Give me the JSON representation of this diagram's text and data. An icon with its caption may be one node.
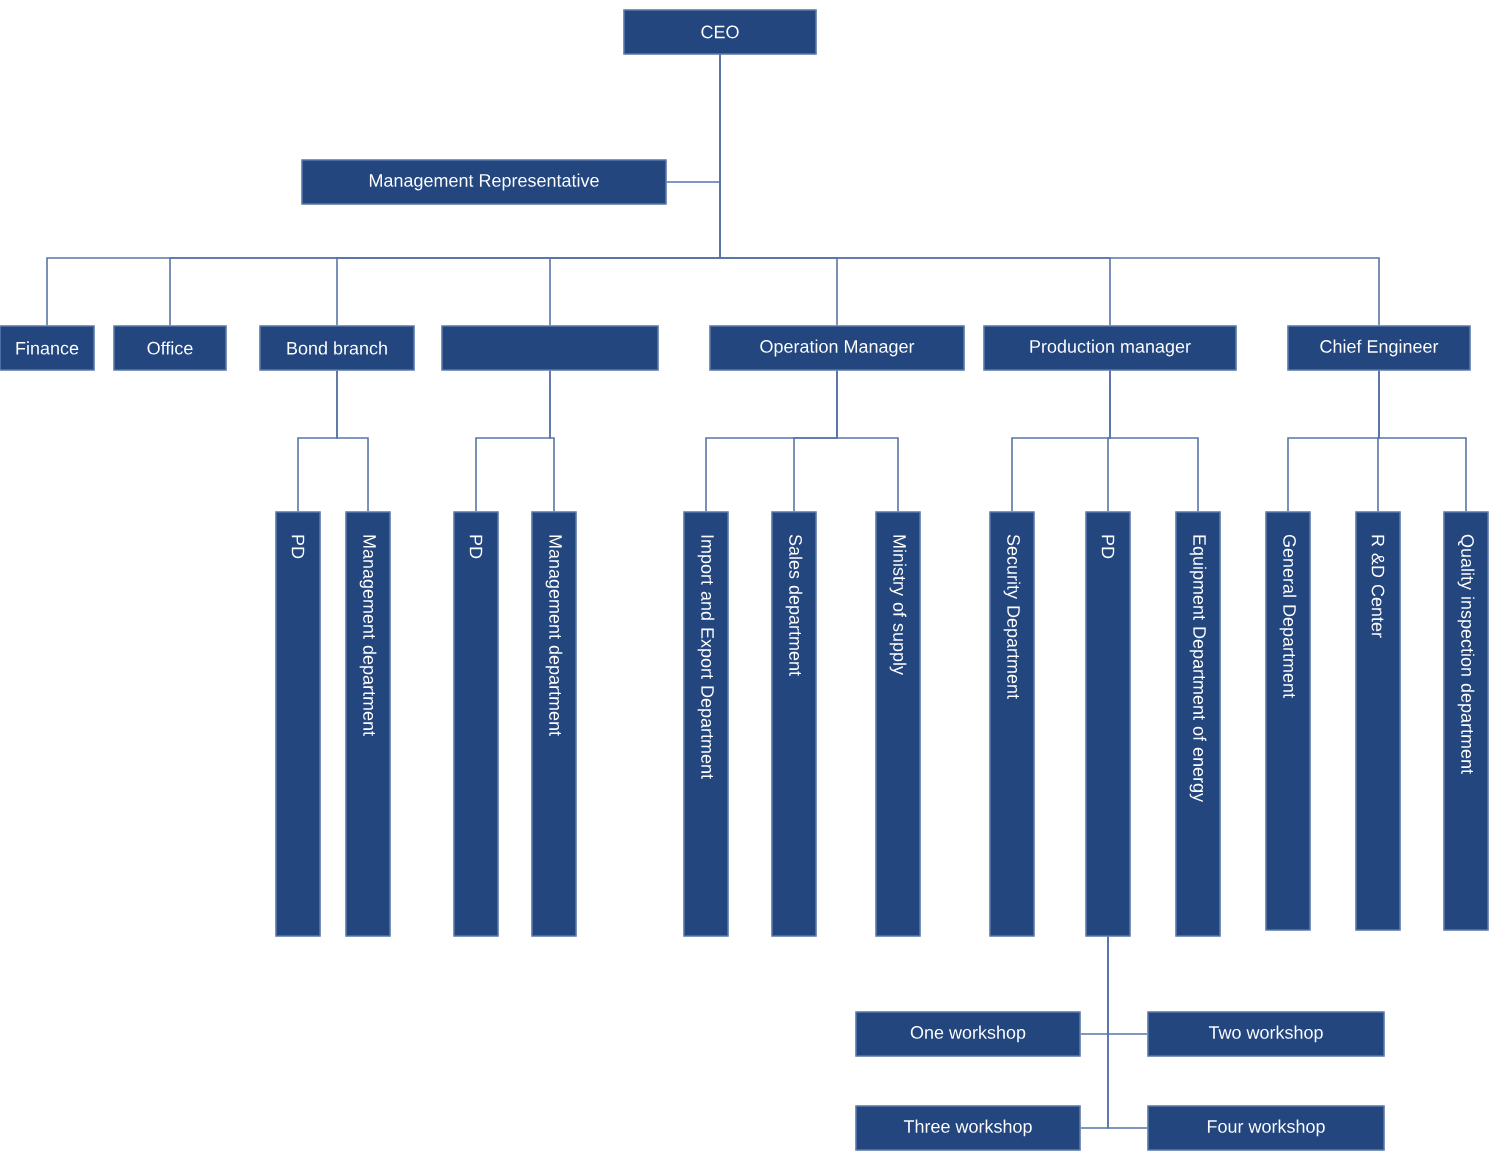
{
  "diagram": {
    "nodes": [
      {
        "text": [
          "CEO"
        ]
      },
      {
        "text": [
          "Management Representative"
        ]
      },
      {
        "text": [
          "Finance"
        ]
      },
      {
        "text": [
          "Office"
        ]
      },
      {
        "text": [
          "Bond branch"
        ]
      },
      {
        "text": [],
        "shape": "box"
      },
      {
        "text": [
          "Operation Manager"
        ]
      },
      {
        "text": [
          "Production manager"
        ]
      },
      {
        "text": [
          "Chief  Engineer"
        ]
      },
      {
        "text": [
          "PD"
        ]
      },
      {
        "text": [
          "Management department"
        ]
      },
      {
        "text": [
          "PD"
        ]
      },
      {
        "text": [
          "Management department"
        ]
      },
      {
        "text": [
          "Import and Export Department"
        ]
      },
      {
        "text": [
          "Sales department"
        ]
      },
      {
        "text": [
          "Ministry of supply"
        ]
      },
      {
        "text": [
          "Security Department"
        ]
      },
      {
        "text": [
          "PD"
        ]
      },
      {
        "text": [
          "Equipment Department of energy"
        ]
      },
      {
        "text": [
          "General Department"
        ]
      },
      {
        "text": [
          "R &D Center"
        ]
      },
      {
        "text": [
          "Quality inspection department"
        ]
      },
      {
        "text": [
          "One workshop"
        ]
      },
      {
        "text": [
          "Two workshop"
        ]
      },
      {
        "text": [
          "Three workshop"
        ]
      },
      {
        "text": [
          "Four workshop"
        ]
      }
    ],
    "edges": [
      {
        "from": 0,
        "to": 1,
        "arrow": "none"
      },
      {
        "from": 0,
        "to": 2,
        "arrow": "none"
      },
      {
        "from": 0,
        "to": 3,
        "arrow": "none"
      },
      {
        "from": 0,
        "to": 4,
        "arrow": "none"
      },
      {
        "from": 0,
        "to": 5,
        "arrow": "none"
      },
      {
        "from": 0,
        "to": 6,
        "arrow": "none"
      },
      {
        "from": 0,
        "to": 7,
        "arrow": "none"
      },
      {
        "from": 0,
        "to": 8,
        "arrow": "none"
      },
      {
        "from": 4,
        "to": 9,
        "arrow": "none"
      },
      {
        "from": 4,
        "to": 10,
        "arrow": "none"
      },
      {
        "from": 5,
        "to": 11,
        "arrow": "none"
      },
      {
        "from": 5,
        "to": 12,
        "arrow": "none"
      },
      {
        "from": 6,
        "to": 13,
        "arrow": "none"
      },
      {
        "from": 6,
        "to": 14,
        "arrow": "none"
      },
      {
        "from": 6,
        "to": 15,
        "arrow": "none"
      },
      {
        "from": 7,
        "to": 16,
        "arrow": "none"
      },
      {
        "from": 7,
        "to": 17,
        "arrow": "none"
      },
      {
        "from": 7,
        "to": 18,
        "arrow": "none"
      },
      {
        "from": 8,
        "to": 19,
        "arrow": "none"
      },
      {
        "from": 8,
        "to": 20,
        "arrow": "none"
      },
      {
        "from": 8,
        "to": 21,
        "arrow": "none"
      },
      {
        "from": 17,
        "to": 22,
        "arrow": "none"
      },
      {
        "from": 17,
        "to": 23,
        "arrow": "none"
      },
      {
        "from": 17,
        "to": 24,
        "arrow": "none"
      },
      {
        "from": 17,
        "to": 25,
        "arrow": "none"
      }
    ]
  }
}
